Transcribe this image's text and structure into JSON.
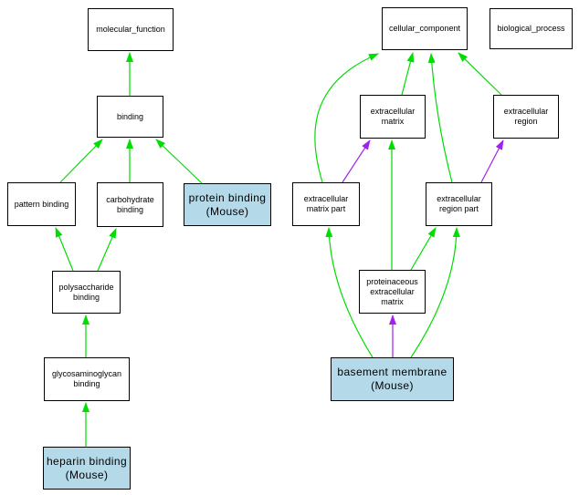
{
  "diagram": {
    "kind": "gene-ontology-graph",
    "relation_types": [
      {
        "name": "is_a",
        "color": "#00DD00"
      },
      {
        "name": "part_of",
        "color": "#A020F0"
      }
    ]
  },
  "colors": {
    "background": "#FFFFFF",
    "node_fill": "#FFFFFF",
    "node_border": "#000000",
    "highlight_node_fill": "#B4D9E9",
    "is_a_edge": "#00DD00",
    "part_of_edge": "#A020F0"
  },
  "nodes": {
    "molecular_function": {
      "label": "molecular_function",
      "highlighted": false
    },
    "binding": {
      "label": "binding",
      "highlighted": false
    },
    "pattern_binding": {
      "label": "pattern binding",
      "highlighted": false
    },
    "carbohydrate_binding": {
      "label": "carbohydrate\nbinding",
      "highlighted": false
    },
    "protein_binding": {
      "label": "protein binding\n(Mouse)",
      "highlighted": true
    },
    "polysaccharide_binding": {
      "label": "polysaccharide\nbinding",
      "highlighted": false
    },
    "glycosaminoglycan_binding": {
      "label": "glycosaminoglycan\nbinding",
      "highlighted": false
    },
    "heparin_binding": {
      "label": "heparin binding\n(Mouse)",
      "highlighted": true
    },
    "cellular_component": {
      "label": "cellular_component",
      "highlighted": false
    },
    "biological_process": {
      "label": "biological_process",
      "highlighted": false
    },
    "extracellular_matrix": {
      "label": "extracellular\nmatrix",
      "highlighted": false
    },
    "extracellular_region": {
      "label": "extracellular\nregion",
      "highlighted": false
    },
    "extracellular_matrix_part": {
      "label": "extracellular\nmatrix part",
      "highlighted": false
    },
    "extracellular_region_part": {
      "label": "extracellular\nregion part",
      "highlighted": false
    },
    "proteinaceous_extracellular_matrix": {
      "label": "proteinaceous\nextracellular\nmatrix",
      "highlighted": false
    },
    "basement_membrane": {
      "label": "basement membrane\n(Mouse)",
      "highlighted": true
    }
  },
  "edges": [
    {
      "source": "binding",
      "target": "molecular_function",
      "relation": "is_a"
    },
    {
      "source": "pattern_binding",
      "target": "binding",
      "relation": "is_a"
    },
    {
      "source": "carbohydrate_binding",
      "target": "binding",
      "relation": "is_a"
    },
    {
      "source": "protein_binding",
      "target": "binding",
      "relation": "is_a"
    },
    {
      "source": "polysaccharide_binding",
      "target": "pattern_binding",
      "relation": "is_a"
    },
    {
      "source": "polysaccharide_binding",
      "target": "carbohydrate_binding",
      "relation": "is_a"
    },
    {
      "source": "glycosaminoglycan_binding",
      "target": "polysaccharide_binding",
      "relation": "is_a"
    },
    {
      "source": "heparin_binding",
      "target": "glycosaminoglycan_binding",
      "relation": "is_a"
    },
    {
      "source": "extracellular_matrix",
      "target": "cellular_component",
      "relation": "is_a"
    },
    {
      "source": "extracellular_region",
      "target": "cellular_component",
      "relation": "is_a"
    },
    {
      "source": "extracellular_matrix_part",
      "target": "cellular_component",
      "relation": "is_a"
    },
    {
      "source": "extracellular_matrix_part",
      "target": "extracellular_matrix",
      "relation": "part_of"
    },
    {
      "source": "extracellular_region_part",
      "target": "cellular_component",
      "relation": "is_a"
    },
    {
      "source": "extracellular_region_part",
      "target": "extracellular_region",
      "relation": "part_of"
    },
    {
      "source": "proteinaceous_extracellular_matrix",
      "target": "extracellular_matrix",
      "relation": "is_a"
    },
    {
      "source": "proteinaceous_extracellular_matrix",
      "target": "extracellular_region_part",
      "relation": "is_a"
    },
    {
      "source": "basement_membrane",
      "target": "extracellular_matrix_part",
      "relation": "is_a"
    },
    {
      "source": "basement_membrane",
      "target": "proteinaceous_extracellular_matrix",
      "relation": "part_of"
    },
    {
      "source": "basement_membrane",
      "target": "extracellular_region_part",
      "relation": "is_a"
    }
  ]
}
